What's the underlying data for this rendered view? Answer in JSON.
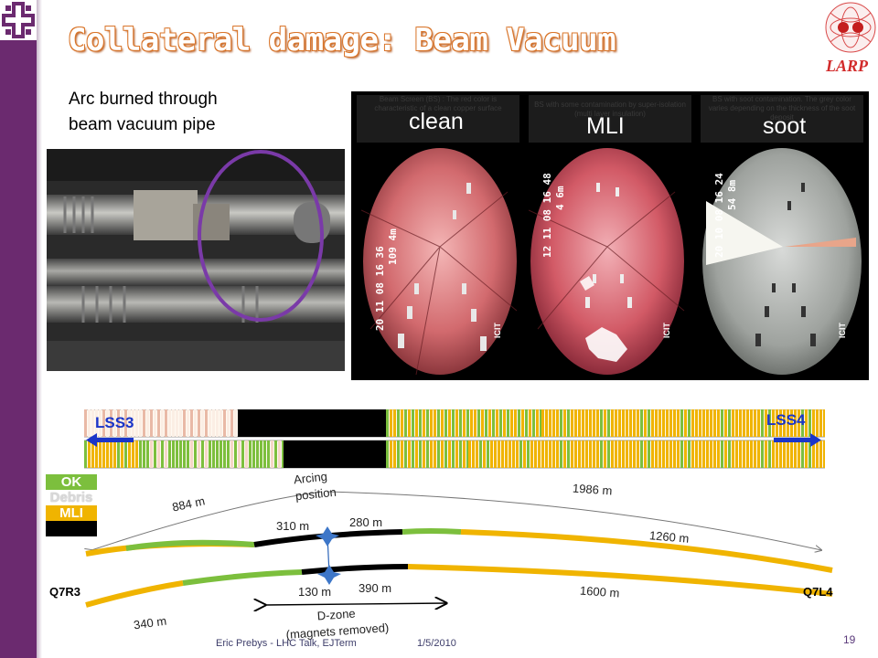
{
  "slide": {
    "title": "Collateral damage: Beam Vacuum",
    "caption_line1": "Arc burned through",
    "caption_line2": "beam vacuum pipe",
    "larp_logo": "LARP",
    "footer_author": "Eric Prebys - LHC Talk, EJTerm",
    "footer_date": "1/5/2010",
    "page_number": "19"
  },
  "inspection": {
    "labels": [
      "clean",
      "MLI",
      "soot"
    ],
    "notes": [
      "Beam Screen (BS) : The red color is characteristic of a clean copper surface",
      "BS with some contamination by super-isolation (multi layer insulation)",
      "BS with soot contamination. The grey color varies depending on the thickness of the soot deposit"
    ],
    "stamps": [
      {
        "line1": "20 11 08 16 36",
        "line2": "109 4m",
        "brand": "ICIT"
      },
      {
        "line1": "12 11 08 16 48",
        "line2": "4 6m",
        "brand": "ICIT"
      },
      {
        "line1": "20 10 08 16 24",
        "line2": "54 8m",
        "brand": "ICIT"
      }
    ]
  },
  "strip": {
    "left_label": "LSS3",
    "right_label": "LSS4"
  },
  "legend": {
    "items": [
      {
        "label": "OK",
        "color": "#7cbf3d"
      },
      {
        "label": "Debris",
        "color": "#ffffff"
      },
      {
        "label": "MLI",
        "color": "#f0b400"
      },
      {
        "label": "",
        "color": "#000000"
      }
    ]
  },
  "diagram": {
    "arcing_label_line1": "Arcing",
    "arcing_label_line2": "position",
    "dist_left_total": "884 m",
    "dist_right_total": "1986 m",
    "upper_left_black": "310 m",
    "upper_right_black": "280 m",
    "upper_right_yellow": "1260 m",
    "lower_left_black": "130 m",
    "lower_right_black": "390 m",
    "lower_right_yellow": "1600 m",
    "lower_left_yellow": "340 m",
    "dzone_line1": "D-zone",
    "dzone_line2": "(magnets removed)",
    "left_quad": "Q7R3",
    "right_quad": "Q7L4"
  },
  "colors": {
    "sidebar": "#6b2a6f",
    "title_outline": "#d9752a",
    "ok_green": "#7cbf3d",
    "mli_yellow": "#f0b400",
    "arrow_blue": "#1b35c8"
  }
}
